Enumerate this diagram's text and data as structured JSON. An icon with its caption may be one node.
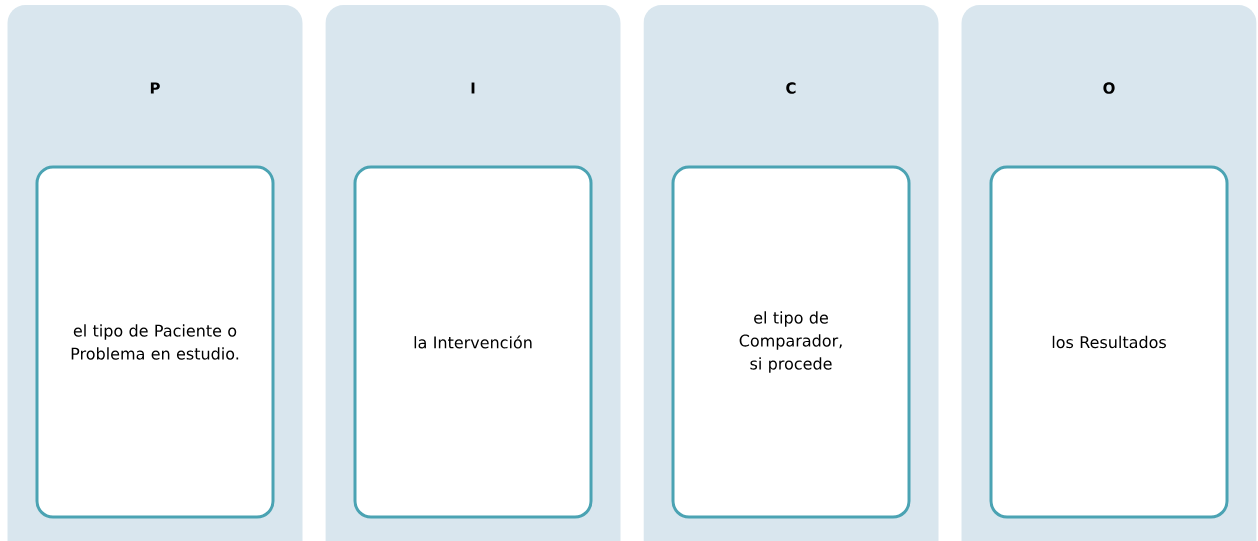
{
  "diagram": {
    "nodes": [
      {
        "text": [
          "P"
        ]
      },
      {
        "text": [
          "el tipo de Paciente o Problema en estudio."
        ],
        "in": 0
      },
      {
        "text": [
          "I"
        ]
      },
      {
        "text": [
          "la Intervención"
        ],
        "in": 2
      },
      {
        "text": [
          "C"
        ]
      },
      {
        "text": [
          "el tipo de Comparador, si procede"
        ],
        "in": 4
      },
      {
        "text": [
          "O"
        ]
      },
      {
        "text": [
          "los Resultados"
        ],
        "in": 6
      }
    ]
  }
}
